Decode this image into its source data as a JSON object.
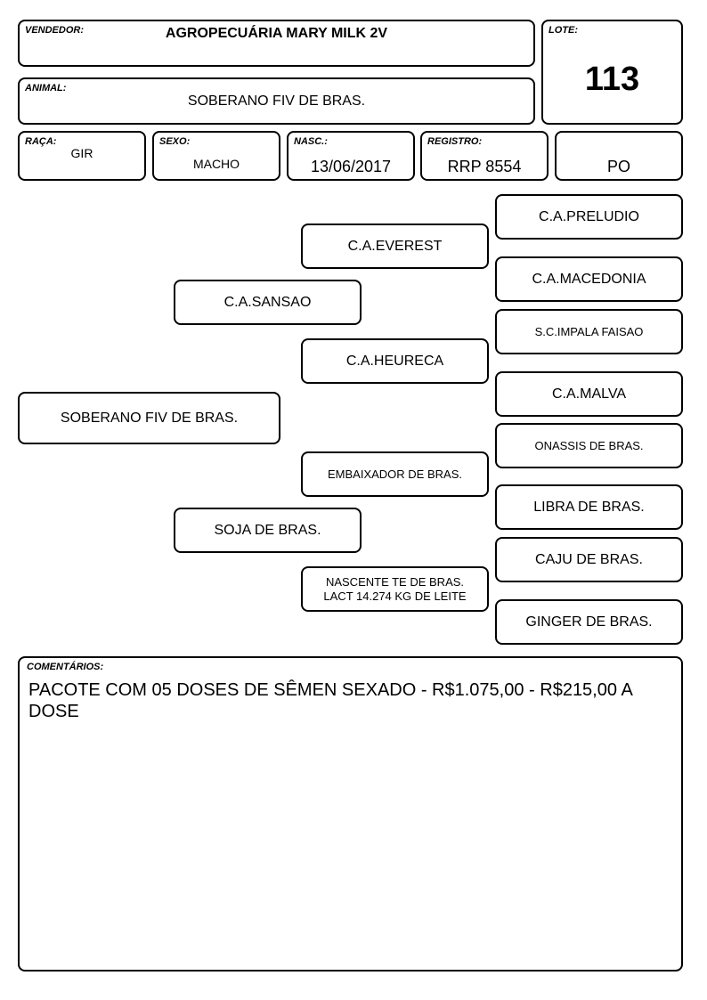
{
  "header": {
    "vendedor_label": "VENDEDOR:",
    "vendedor": "AGROPECUÁRIA MARY MILK 2V",
    "lote_label": "LOTE:",
    "lote": "113",
    "animal_label": "ANIMAL:",
    "animal": "SOBERANO FIV DE BRAS.",
    "raca_label": "RAÇA:",
    "raca": "GIR",
    "sexo_label": "SEXO:",
    "sexo": "MACHO",
    "nasc_label": "NASC.:",
    "nasc": "13/06/2017",
    "registro_label": "REGISTRO:",
    "registro": "RRP 8554",
    "categoria": "PO"
  },
  "pedigree": {
    "animal": "SOBERANO FIV DE BRAS.",
    "sire": "C.A.SANSAO",
    "dam": "SOJA DE BRAS.",
    "sire_sire": "C.A.EVEREST",
    "sire_dam": "C.A.HEURECA",
    "dam_sire": "EMBAIXADOR DE BRAS.",
    "dam_dam_line1": "NASCENTE TE DE BRAS.",
    "dam_dam_line2": "LACT 14.274 KG DE LEITE",
    "sss": "C.A.PRELUDIO",
    "ssd": "C.A.MACEDONIA",
    "sds": "S.C.IMPALA FAISAO",
    "sdd": "C.A.MALVA",
    "dss": "ONASSIS DE BRAS.",
    "dsd": "LIBRA DE BRAS.",
    "dds": "CAJU DE BRAS.",
    "ddd": "GINGER DE BRAS."
  },
  "comments": {
    "label": "COMENTÁRIOS:",
    "text": "PACOTE COM 05 DOSES DE SÊMEN SEXADO - R$1.075,00 - R$215,00 A DOSE"
  }
}
